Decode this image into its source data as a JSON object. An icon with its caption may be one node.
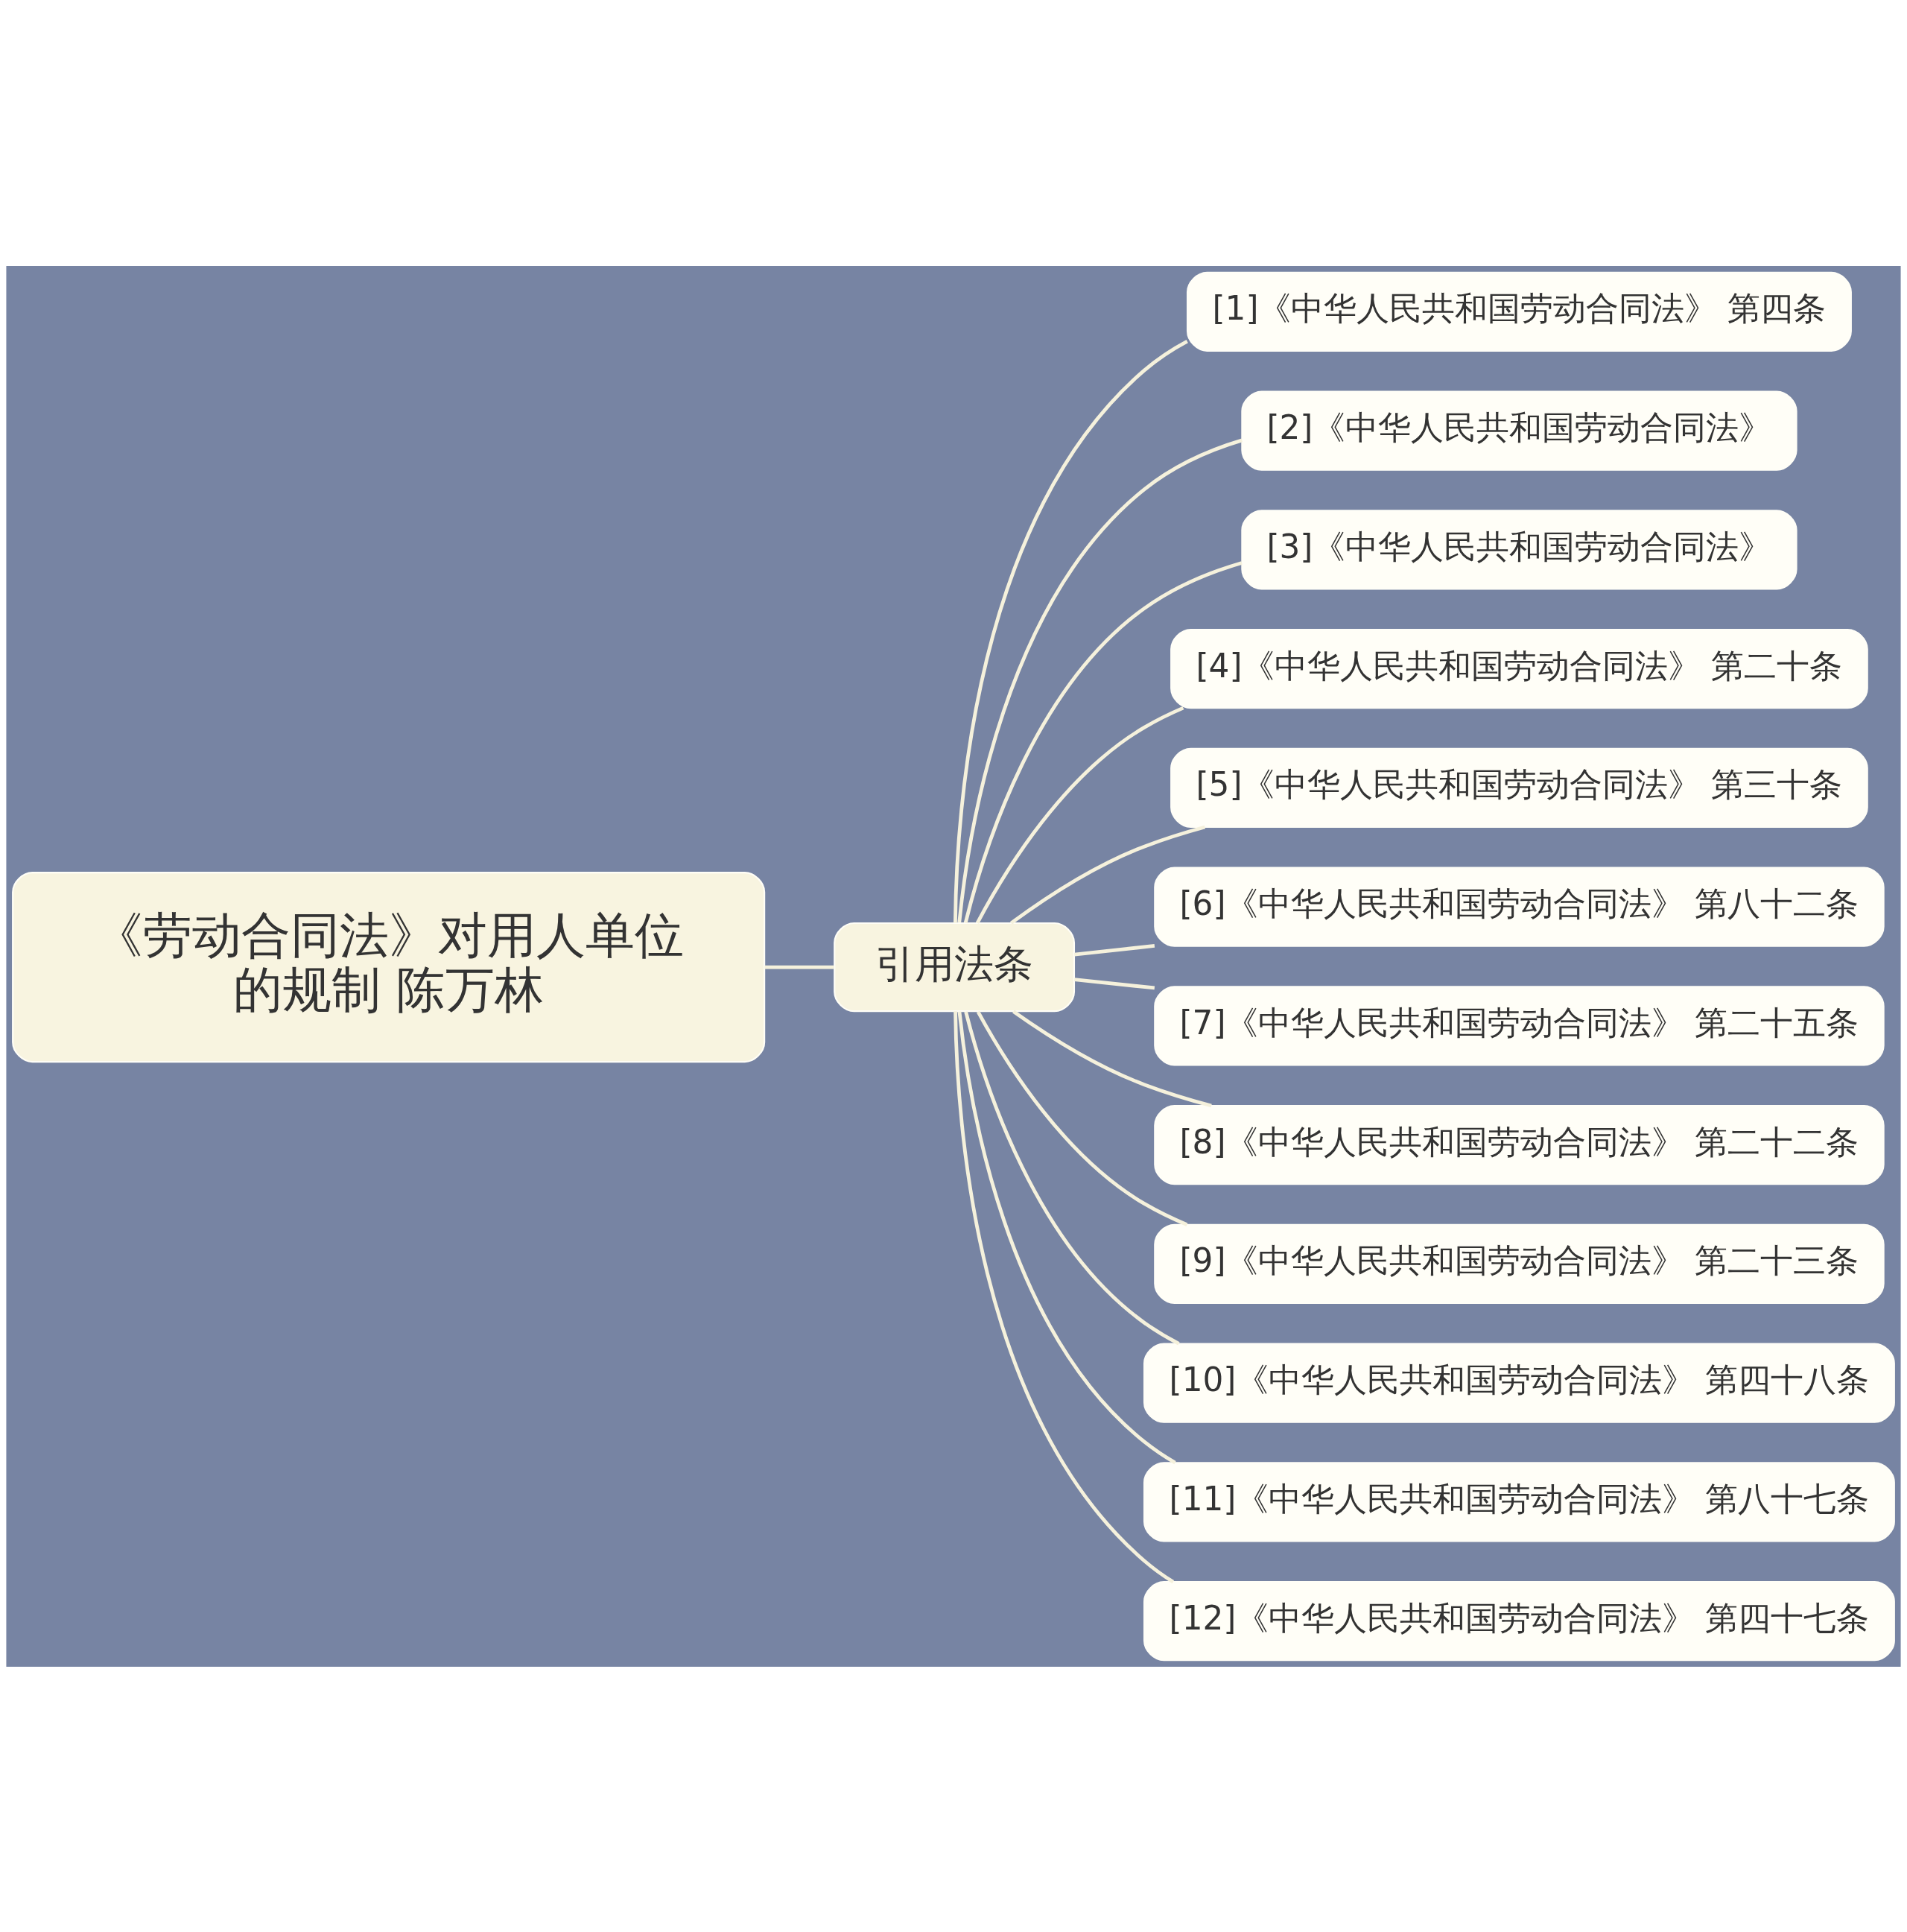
{
  "diagram": {
    "nodes": [
      {
        "text": [
          "《劳动合同法》对用人单位的规制 陈万林"
        ]
      },
      {
        "text": [
          "引用法条"
        ]
      },
      {
        "text": [
          "[1]《中华人民共和国劳动合同法》 第四条"
        ]
      },
      {
        "text": [
          "[2]《中华人民共和国劳动合同法》"
        ]
      },
      {
        "text": [
          "[3]《中华人民共和国劳动合同法》"
        ]
      },
      {
        "text": [
          "[4]《中华人民共和国劳动合同法》 第二十条"
        ]
      },
      {
        "text": [
          "[5]《中华人民共和国劳动合同法》 第三十条"
        ]
      },
      {
        "text": [
          "[6]《中华人民共和国劳动合同法》 第八十二条"
        ]
      },
      {
        "text": [
          "[7]《中华人民共和国劳动合同法》 第二十五条"
        ]
      },
      {
        "text": [
          "[8]《中华人民共和国劳动合同法》 第二十二条"
        ]
      },
      {
        "text": [
          "[9]《中华人民共和国劳动合同法》 第二十三条"
        ]
      },
      {
        "text": [
          "[10]《中华人民共和国劳动合同法》 第四十八条"
        ]
      },
      {
        "text": [
          "[11]《中华人民共和国劳动合同法》 第八十七条"
        ]
      },
      {
        "text": [
          "[12]《中华人民共和国劳动合同法》 第四十七条"
        ]
      }
    ],
    "edges": [
      {
        "from": 0,
        "to": 1,
        "arrow": "none"
      },
      {
        "from": 1,
        "to": 2,
        "arrow": "none"
      },
      {
        "from": 1,
        "to": 3,
        "arrow": "none"
      },
      {
        "from": 1,
        "to": 4,
        "arrow": "none"
      },
      {
        "from": 1,
        "to": 5,
        "arrow": "none"
      },
      {
        "from": 1,
        "to": 6,
        "arrow": "none"
      },
      {
        "from": 1,
        "to": 7,
        "arrow": "none"
      },
      {
        "from": 1,
        "to": 8,
        "arrow": "none"
      },
      {
        "from": 1,
        "to": 9,
        "arrow": "none"
      },
      {
        "from": 1,
        "to": 10,
        "arrow": "none"
      },
      {
        "from": 1,
        "to": 11,
        "arrow": "none"
      },
      {
        "from": 1,
        "to": 12,
        "arrow": "none"
      },
      {
        "from": 1,
        "to": 13,
        "arrow": "none"
      }
    ]
  }
}
